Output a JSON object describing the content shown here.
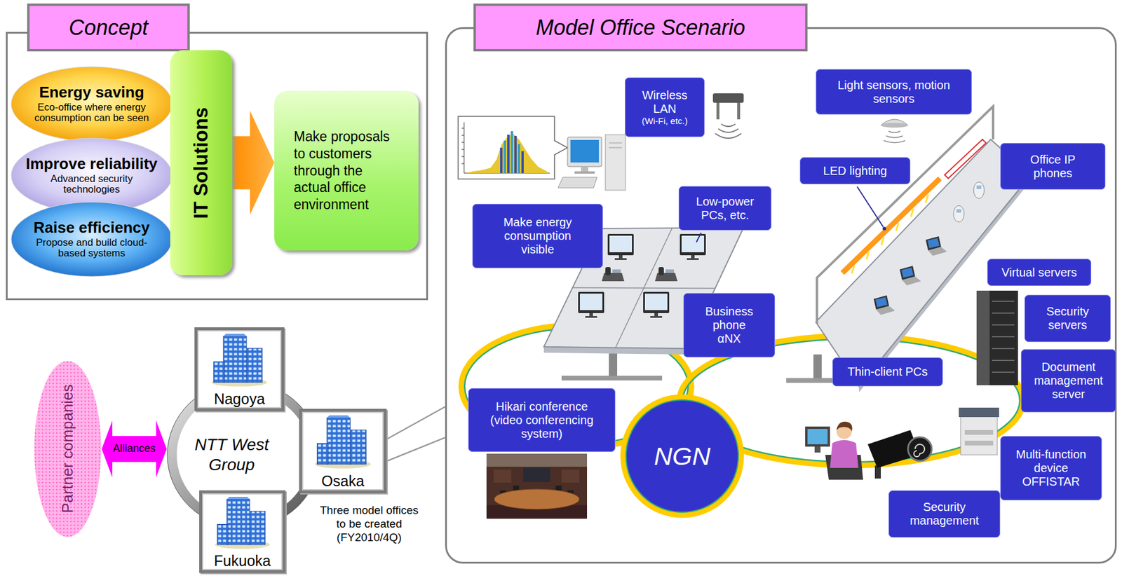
{
  "diagram": {
    "nodes": [
      {
        "text": [
          "Concept"
        ]
      },
      {
        "text": [
          "Energy saving",
          "Eco-office where energy consumption can be seen"
        ],
        "in": 0
      },
      {
        "text": [
          "Improve reliability",
          "Advanced security technologies"
        ],
        "in": 0
      },
      {
        "text": [
          "Raise efficiency",
          "Propose and build cloud-based systems"
        ],
        "in": 0
      },
      {
        "text": [
          "IT Solutions"
        ],
        "in": 0
      },
      {
        "text": [
          "Make proposals to customers through the actual office environment"
        ],
        "in": 0
      },
      {
        "text": [
          "Partner companies"
        ]
      },
      {
        "text": [
          "NTT West Group"
        ]
      },
      {
        "text": [
          "Nagoya"
        ]
      },
      {
        "text": [
          "Osaka"
        ]
      },
      {
        "text": [
          "Fukuoka"
        ]
      },
      {
        "text": [
          "Model Office Scenario"
        ]
      },
      {
        "text": [
          "Wireless LAN",
          "(Wi-Fi, etc.)"
        ],
        "in": 11
      },
      {
        "text": [
          "Light sensors, motion sensors"
        ],
        "in": 11
      },
      {
        "text": [
          "Office IP phones"
        ],
        "in": 11
      },
      {
        "text": [
          "LED lighting"
        ],
        "in": 11
      },
      {
        "text": [
          "Make energy consumption visible"
        ],
        "in": 11
      },
      {
        "text": [
          "Low-power PCs, etc."
        ],
        "in": 11
      },
      {
        "text": [
          "Virtual servers"
        ],
        "in": 11
      },
      {
        "text": [
          "Security servers"
        ],
        "in": 11
      },
      {
        "text": [
          "Business phone αNX"
        ],
        "in": 11
      },
      {
        "text": [
          "Thin-client PCs"
        ],
        "in": 11
      },
      {
        "text": [
          "Document management server"
        ],
        "in": 11
      },
      {
        "text": [
          "Hikari conference (video conferencing system)"
        ],
        "in": 11
      },
      {
        "text": [
          "NGN"
        ],
        "in": 11
      },
      {
        "text": [
          "Multi-function device OFFISTAR"
        ],
        "in": 11
      },
      {
        "text": [
          "Security management"
        ],
        "in": 11
      }
    ],
    "edges": [
      {
        "from": 4,
        "to": 5,
        "arrow": "to"
      },
      {
        "from": 6,
        "to": 7,
        "label": "Alliances",
        "arrow": "both"
      },
      {
        "from": 9,
        "to": 11,
        "arrow": "none"
      },
      {
        "from": 9,
        "to": 11,
        "arrow": "none"
      }
    ],
    "labels": [
      "Three model offices to be created (FY2010/4Q)"
    ]
  }
}
